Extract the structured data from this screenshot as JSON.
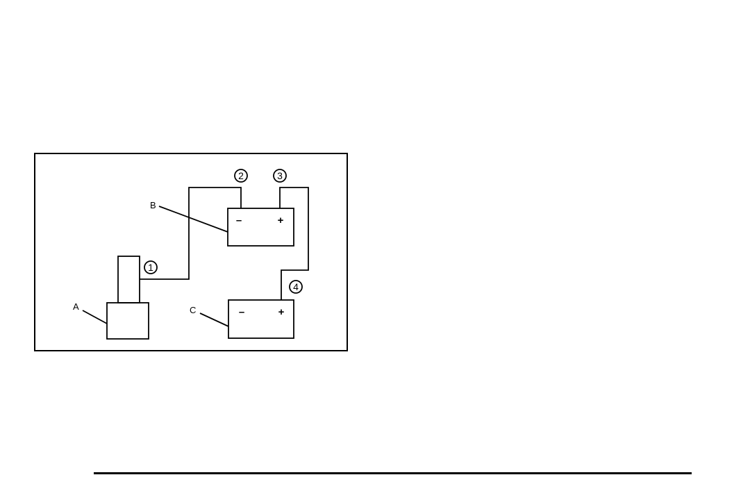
{
  "diagram": {
    "labels": {
      "a": "A",
      "b": "B",
      "c": "C"
    },
    "terminals": {
      "b_negative": "–",
      "b_positive": "+",
      "c_negative": "–",
      "c_positive": "+"
    },
    "callouts": {
      "one": "1",
      "two": "2",
      "three": "3",
      "four": "4"
    },
    "colors": {
      "ink": "#000000",
      "background": "#ffffff"
    }
  }
}
